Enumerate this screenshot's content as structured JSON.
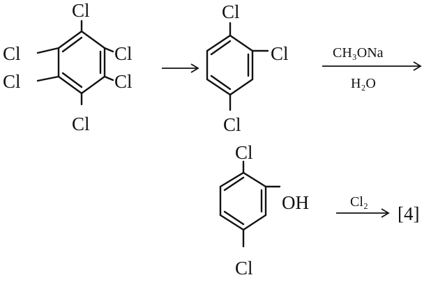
{
  "molecules": {
    "hexachlorobenzene": {
      "substituents": [
        "Cl",
        "Cl",
        "Cl",
        "Cl",
        "Cl",
        "Cl"
      ]
    },
    "trichlorobenzene": {
      "substituents": [
        "Cl",
        "Cl",
        "Cl"
      ]
    },
    "dichlorophenol": {
      "substituents": [
        "Cl",
        "OH",
        "Cl"
      ]
    }
  },
  "reactions": {
    "step2": {
      "reagent_top": "CH₃ONa",
      "reagent_bottom": "H₂O"
    },
    "step3": {
      "reagent_top": "Cl₂"
    }
  },
  "product_label": "[4]"
}
